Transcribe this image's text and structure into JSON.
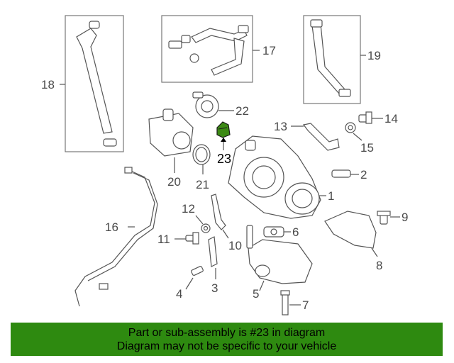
{
  "highlight_color": "#3c8a14",
  "footer_bg": "#2e8a10",
  "callouts": {
    "c1": "1",
    "c2": "2",
    "c3": "3",
    "c4": "4",
    "c5": "5",
    "c6": "6",
    "c7": "7",
    "c8": "8",
    "c9": "9",
    "c10": "10",
    "c11": "11",
    "c12": "12",
    "c13": "13",
    "c14": "14",
    "c15": "15",
    "c16": "16",
    "c17": "17",
    "c18": "18",
    "c19": "19",
    "c20": "20",
    "c21": "21",
    "c22": "22",
    "c23": "23"
  },
  "footer": {
    "line1": "Part or sub-assembly is #23 in diagram",
    "line2": "Diagram may not be specific to your vehicle"
  }
}
